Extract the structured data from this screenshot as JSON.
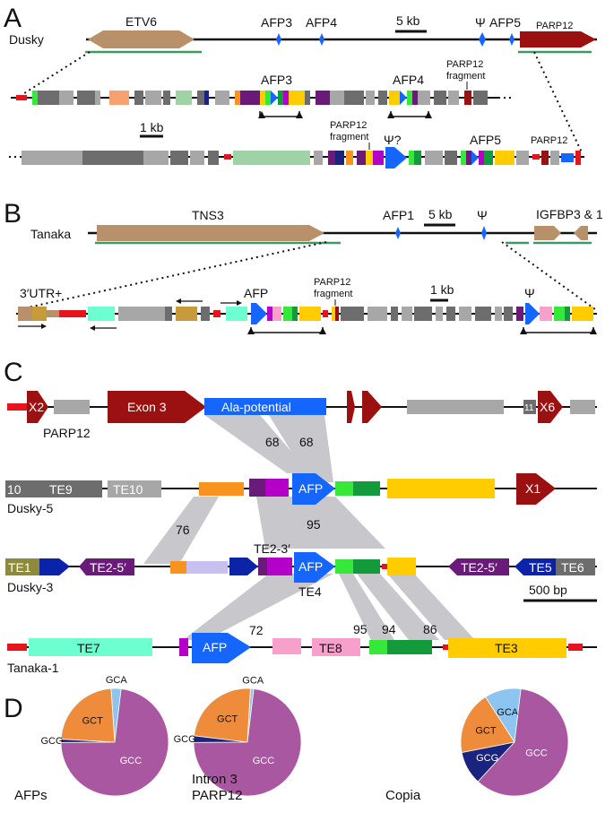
{
  "panels": {
    "a": "A",
    "b": "B",
    "c": "C",
    "d": "D"
  },
  "a": {
    "species": "Dusky",
    "etv6": "ETV6",
    "afp3": "AFP3",
    "afp4": "AFP4",
    "scale": "5 kb",
    "psi": "Ψ",
    "afp5": "AFP5",
    "parp12": "PARP12",
    "z_afp3": "AFP3",
    "z_afp4": "AFP4",
    "z_frag_line1": "PARP12",
    "z_frag_line2": "fragment",
    "scale_small": "1 kb",
    "r3_frag_line1": "PARP12",
    "r3_frag_line2": "fragment",
    "r3_psi": "Ψ?",
    "r3_afp5": "AFP5",
    "r3_parp12": "PARP12"
  },
  "b": {
    "species": "Tanaka",
    "tns3": "TNS3",
    "afp1": "AFP1",
    "scale": "5 kb",
    "psi": "Ψ",
    "igfbp": "IGFBP3 & 1",
    "utr": "3′UTR+",
    "z_afp": "AFP",
    "z_frag_line1": "PARP12",
    "z_frag_line2": "fragment",
    "scale_small": "1 kb",
    "z_psi": "Ψ"
  },
  "c": {
    "x2": "X2",
    "exon3": "Exon 3",
    "ala": "Ala-potential",
    "n11": "11",
    "x6": "X6",
    "parp12": "PARP12",
    "id68a": "68",
    "id68b": "68",
    "te10_n": "10",
    "te9": "TE9",
    "te10": "TE10",
    "afp_d5": "AFP",
    "x1": "X1",
    "dusky5": "Dusky-5",
    "id76": "76",
    "id95a": "95",
    "te1": "TE1",
    "te2_5a": "TE2-5′",
    "te2_3": "TE2-3′",
    "afp_d3": "AFP",
    "te4": "TE4",
    "te2_5b": "TE2-5′",
    "te5": "TE5",
    "te6": "TE6",
    "dusky3": "Dusky-3",
    "scale": "500 bp",
    "id72": "72",
    "id95b": "95",
    "id94": "94",
    "id86": "86",
    "te7": "TE7",
    "afp_t1": "AFP",
    "te8": "TE8",
    "te3": "TE3",
    "tanaka1": "Tanaka-1"
  },
  "d": {
    "pies": [
      {
        "name": "AFPs",
        "title_lines": [
          "AFPs"
        ],
        "slices": [
          {
            "codon": "GCC",
            "pct": 73,
            "color": "#a857a0"
          },
          {
            "codon": "GCG",
            "pct": 1,
            "color": "#1a237e"
          },
          {
            "codon": "GCT",
            "pct": 23,
            "color": "#ef8c3c"
          },
          {
            "codon": "GCA",
            "pct": 3,
            "color": "#8ec4f0"
          }
        ]
      },
      {
        "name": "Intron 3 PARP12",
        "title_lines": [
          "Intron 3",
          "PARP12"
        ],
        "slices": [
          {
            "codon": "GCC",
            "pct": 73,
            "color": "#a857a0"
          },
          {
            "codon": "GCG",
            "pct": 2,
            "color": "#1a237e"
          },
          {
            "codon": "GCT",
            "pct": 24,
            "color": "#ef8c3c"
          },
          {
            "codon": "GCA",
            "pct": 1,
            "color": "#8ec4f0"
          }
        ]
      },
      {
        "name": "Copia",
        "title_lines": [
          "Copia"
        ],
        "slices": [
          {
            "codon": "GCC",
            "pct": 60,
            "color": "#a857a0"
          },
          {
            "codon": "GCG",
            "pct": 10,
            "color": "#1a237e"
          },
          {
            "codon": "GCT",
            "pct": 19,
            "color": "#ef8c3c"
          },
          {
            "codon": "GCA",
            "pct": 11,
            "color": "#8ec4f0"
          }
        ]
      }
    ]
  },
  "colors": {
    "tan": "#b8916b",
    "darkred": "#9b1010",
    "green": "#3d9a63",
    "blue": "#1565ff",
    "grey": "#a7a7a7",
    "darkgrey": "#6d6d6d",
    "lightgreen": "#9fd3a6",
    "orange": "#f7931e",
    "purple": "#6a1b7a",
    "magenta": "#b400c8",
    "yellow": "#ffcc00",
    "red": "#e8141c",
    "teal": "#6effd0",
    "pink": "#f7a0cc",
    "olive": "#8d8a3c",
    "navy": "#0a23a8",
    "lavender": "#c8c0f0",
    "vgreen": "#35e83a",
    "dgreen": "#139a3a",
    "shade": "#c8c8cc"
  }
}
